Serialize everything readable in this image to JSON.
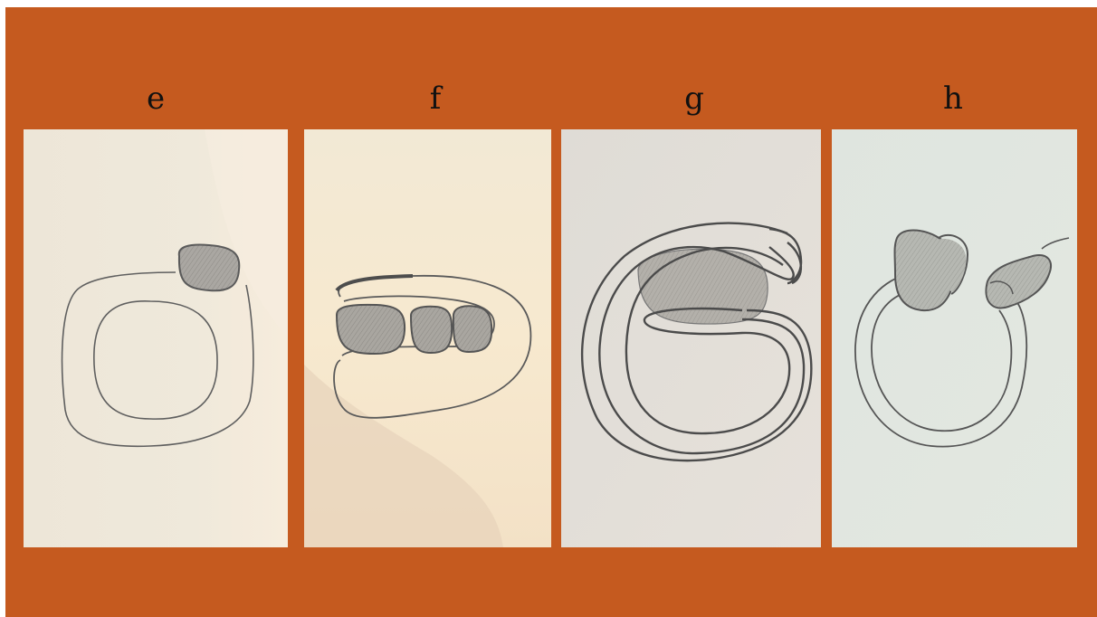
{
  "panels": [
    {
      "label": "e"
    },
    {
      "label": "f"
    },
    {
      "label": "g"
    },
    {
      "label": "h"
    }
  ],
  "colors": {
    "background": "#c55a1f",
    "pencil": "#5a5a5a",
    "shading": "#a9a7a3"
  }
}
